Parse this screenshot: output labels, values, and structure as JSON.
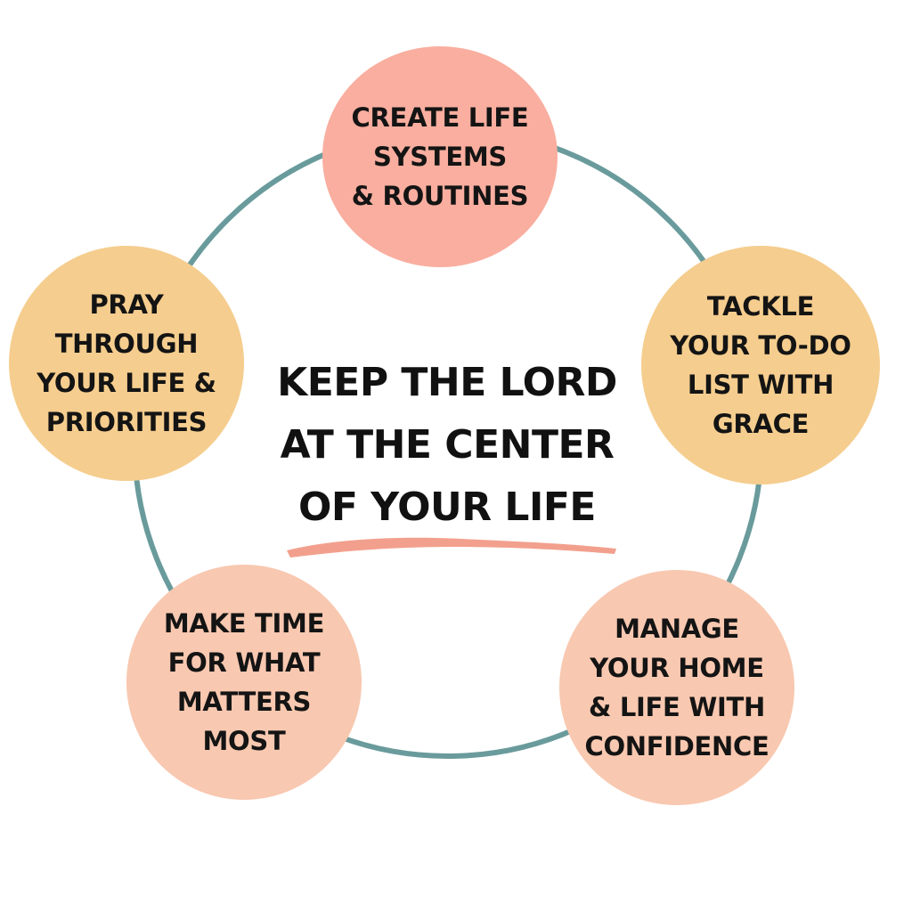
{
  "center": {
    "lines": "KEEP THE LORD\nAT THE CENTER\nOF YOUR LIFE"
  },
  "nodes": [
    {
      "key": "top",
      "label": "CREATE LIFE\nSYSTEMS\n& ROUTINES",
      "color": "#f9ae9f"
    },
    {
      "key": "right",
      "label": "TACKLE\nYOUR TO-DO\nLIST WITH\nGRACE",
      "color": "#f5cd8e"
    },
    {
      "key": "bottom-right",
      "label": "MANAGE\nYOUR HOME\n& LIFE WITH\nCONFIDENCE",
      "color": "#f8c8b0"
    },
    {
      "key": "bottom-left",
      "label": "MAKE TIME\nFOR WHAT\nMATTERS\nMOST",
      "color": "#f8c8b0"
    },
    {
      "key": "left",
      "label": "PRAY\nTHROUGH\nYOUR LIFE &\nPRIORITIES",
      "color": "#f5cd8e"
    }
  ],
  "colors": {
    "ring": "#6a9b9c",
    "underline": "#f2a08d"
  }
}
